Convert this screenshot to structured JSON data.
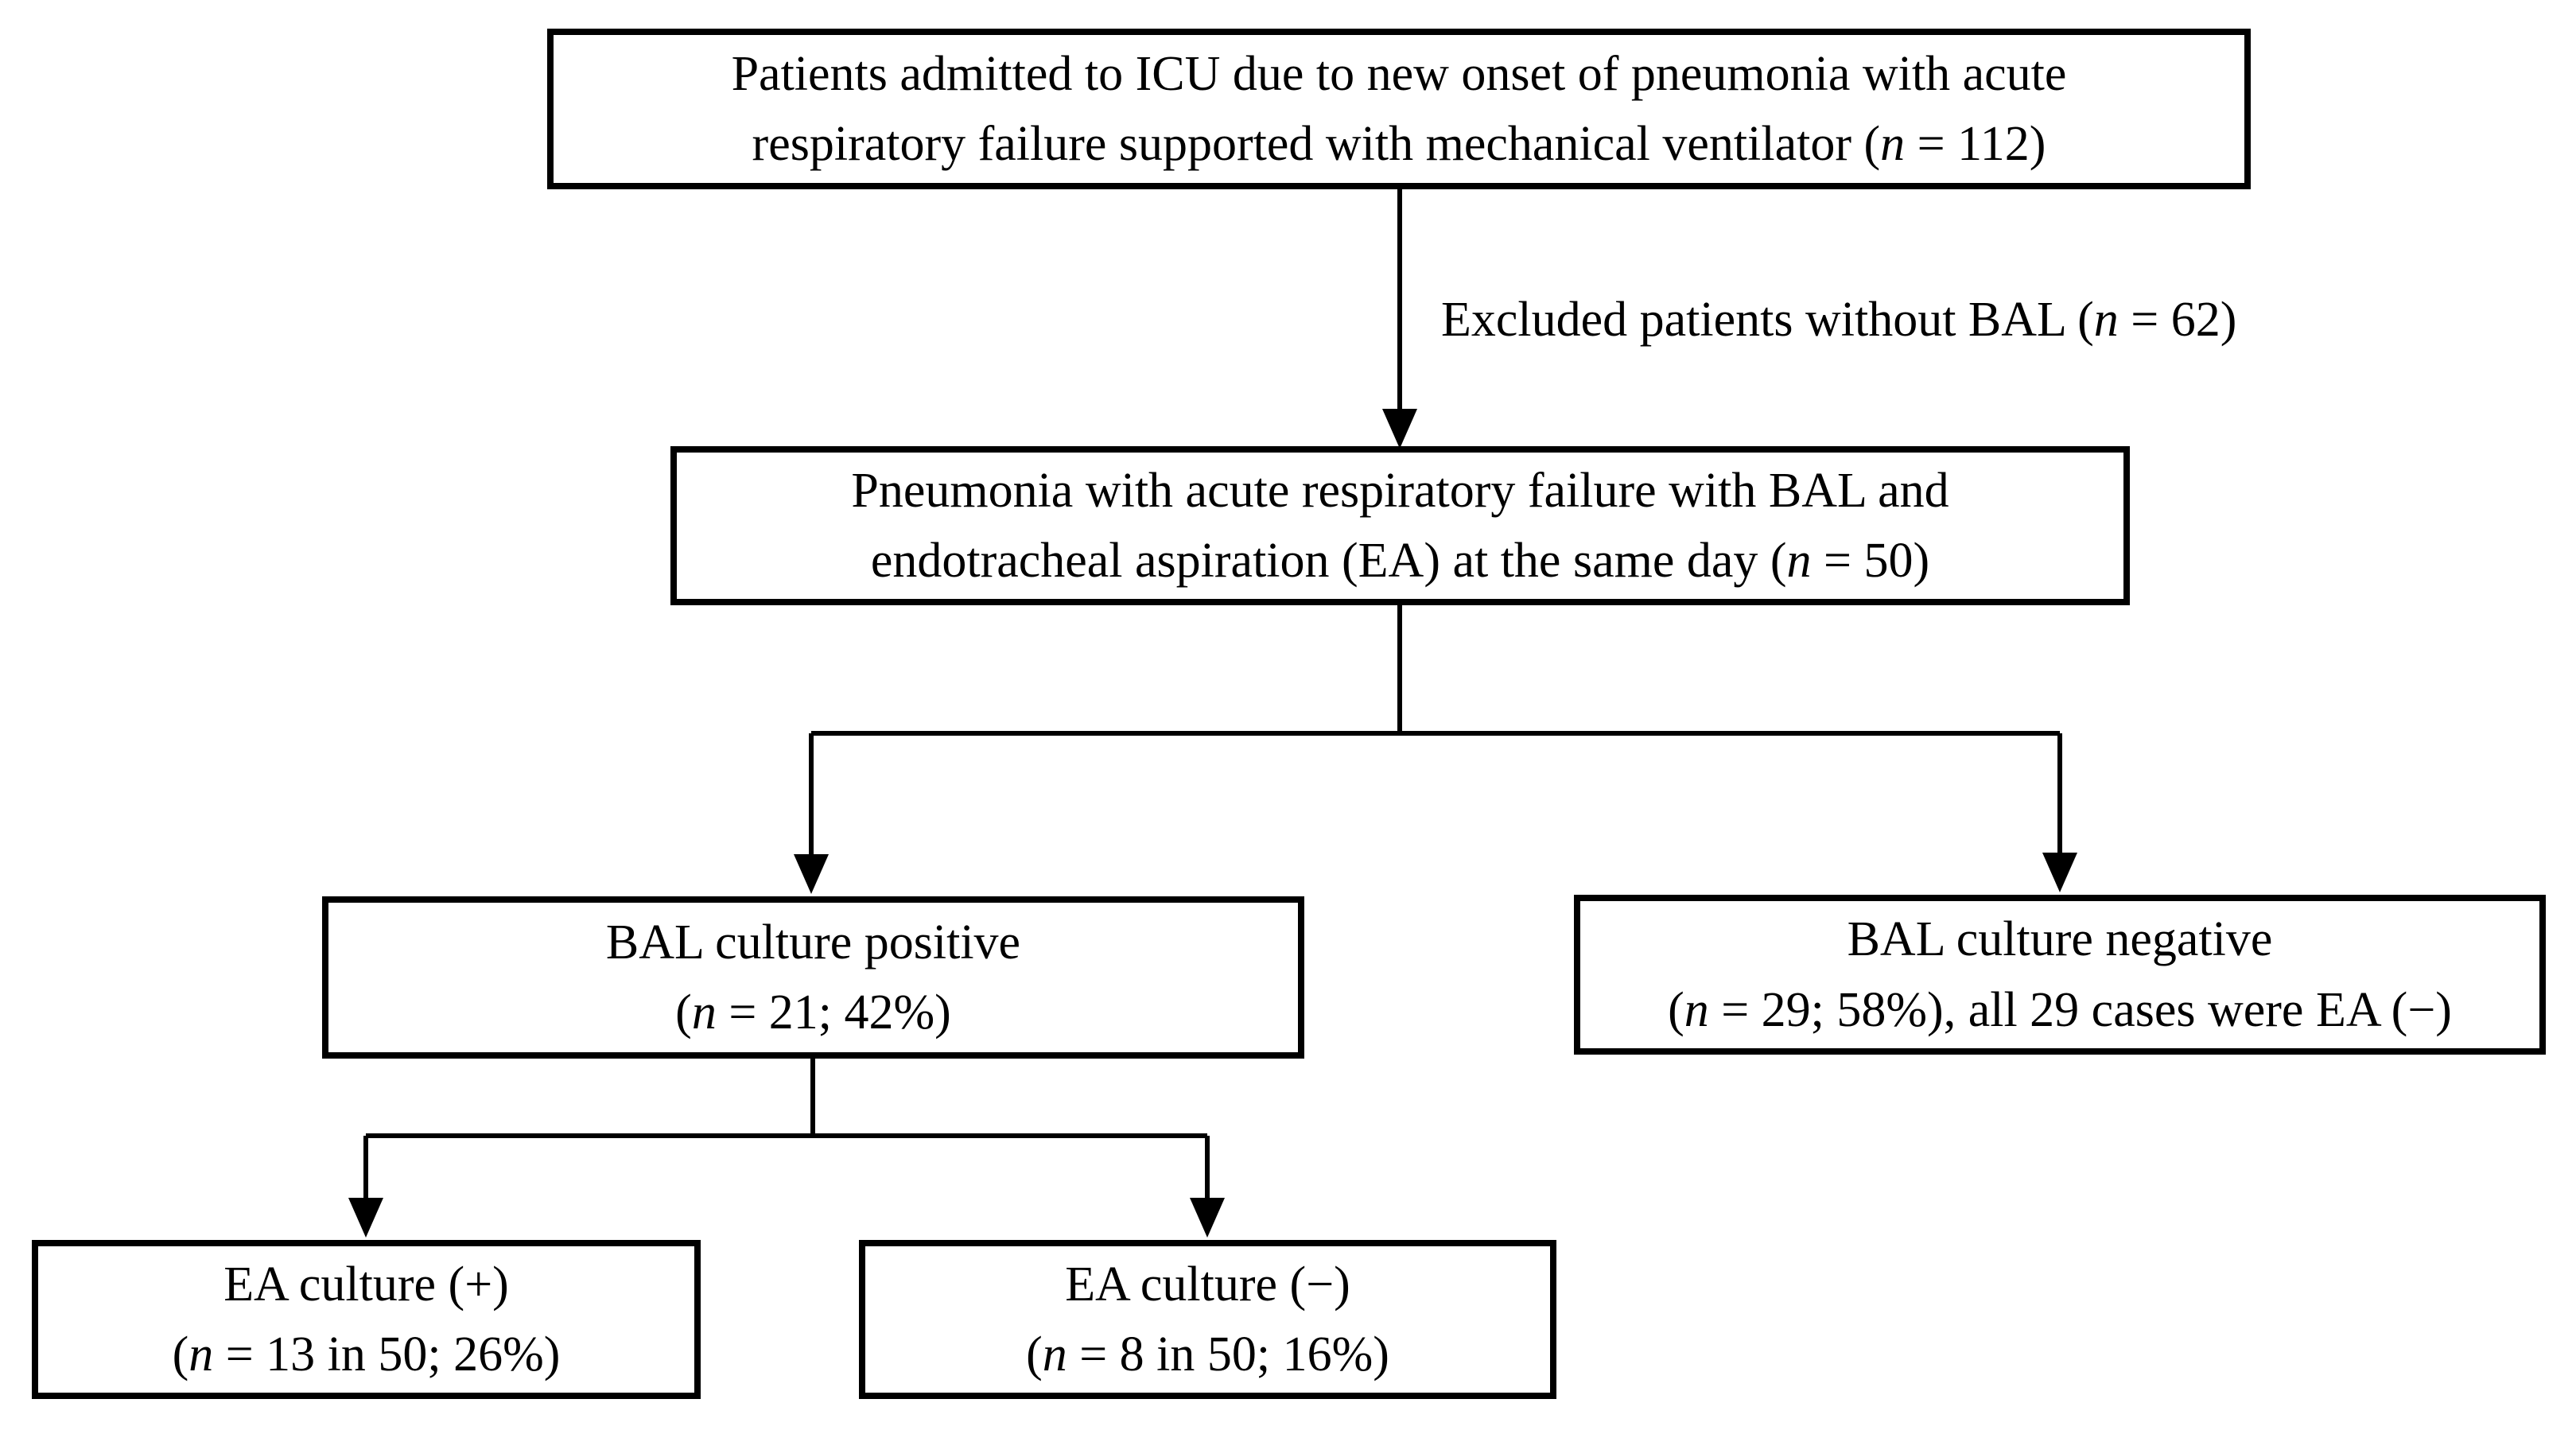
{
  "figure": {
    "type": "flowchart",
    "background_color": "#ffffff",
    "line_color": "#000000",
    "nodes": {
      "icu": {
        "line1": "Patients admitted to ICU due to new onset of pneumonia with acute",
        "line2": {
          "pre": "respiratory failure supported with mechanical ventilator (",
          "n": "n",
          "post": " = 112)"
        }
      },
      "cohort": {
        "line1": "Pneumonia with acute respiratory failure with BAL and",
        "line2": {
          "pre": "endotracheal aspiration (EA) at the same day (",
          "n": "n",
          "post": " = 50)"
        }
      },
      "bal_pos": {
        "line1": "BAL culture positive",
        "line2": {
          "pre": "(",
          "n": "n",
          "post": " = 21; 42%)"
        }
      },
      "bal_neg": {
        "line1": "BAL culture negative",
        "line2": {
          "pre": "(",
          "n": "n",
          "post": " = 29; 58%), all 29 cases were EA (−)"
        }
      },
      "ea_pos": {
        "line1": "EA culture (+)",
        "line2": {
          "pre": "(",
          "n": "n",
          "post": " = 13 in 50; 26%)"
        }
      },
      "ea_neg": {
        "line1": "EA culture (−)",
        "line2": {
          "pre": "(",
          "n": "n",
          "post": " = 8 in 50; 16%)"
        }
      }
    },
    "edge_label_excluded": {
      "pre": "Excluded patients without BAL (",
      "n": "n",
      "post": " = 62)"
    }
  }
}
